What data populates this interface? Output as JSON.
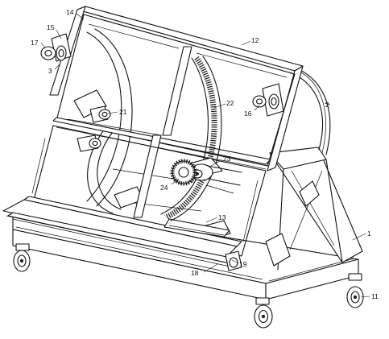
{
  "labels": [
    {
      "id": "14",
      "text": "14"
    },
    {
      "id": "15",
      "text": "15"
    },
    {
      "id": "17",
      "text": "17"
    },
    {
      "id": "3",
      "text": "3"
    },
    {
      "id": "12",
      "text": "12"
    },
    {
      "id": "2",
      "text": "2"
    },
    {
      "id": "16",
      "text": "16"
    },
    {
      "id": "21",
      "text": "21"
    },
    {
      "id": "22",
      "text": "22"
    },
    {
      "id": "23",
      "text": "23"
    },
    {
      "id": "24",
      "text": "24"
    },
    {
      "id": "13",
      "text": "13"
    },
    {
      "id": "1",
      "text": "1"
    },
    {
      "id": "19",
      "text": "19"
    },
    {
      "id": "18",
      "text": "18"
    },
    {
      "id": "11",
      "text": "11"
    }
  ]
}
